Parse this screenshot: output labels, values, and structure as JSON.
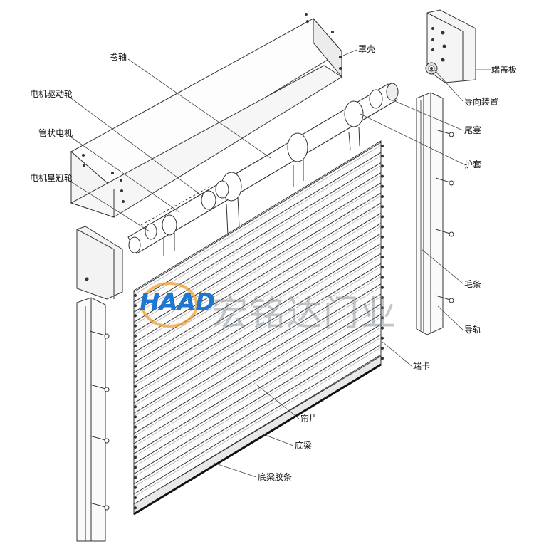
{
  "labels": {
    "zhaoke": "罩壳",
    "juanzhou": "卷轴",
    "dianji_qudonglun": "电机驱动轮",
    "guanzhuang_dianji": "管状电机",
    "dianji_huangguanlun": "电机皇冠轮",
    "duangaiban": "端盖板",
    "daoxiang_zhuangzhi": "导向装置",
    "weisai": "尾塞",
    "hutao": "护套",
    "maotiao": "毛条",
    "daogui": "导轨",
    "duanka": "端卡",
    "lianpian": "帘片",
    "diliang": "底梁",
    "diliang_jiaotiao": "底梁胶条"
  },
  "watermark": {
    "logo_text": "HAAD",
    "company": "宏铭达门业",
    "logo_color": "#1e78d2",
    "ring_color": "#f0a030"
  }
}
